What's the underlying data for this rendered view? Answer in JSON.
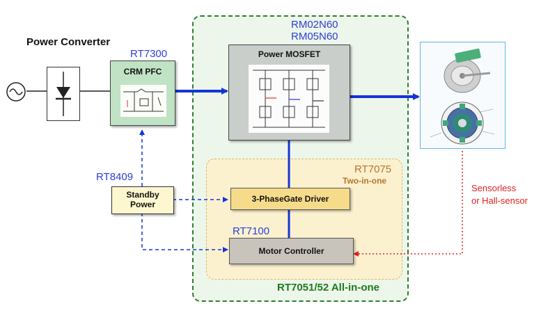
{
  "labels": {
    "power_converter": "Power Converter",
    "rt7300": "RT7300",
    "crm_pfc": "CRM PFC",
    "rm02n60": "RM02N60",
    "rm05n60": "RM05N60",
    "power_mosfet": "Power MOSFET",
    "rt8409": "RT8409",
    "standby_power_line1": "Standby",
    "standby_power_line2": "Power",
    "rt7075": "RT7075",
    "two_in_one": "Two-in-one",
    "gate_driver": "3-PhaseGate Driver",
    "rt7100": "RT7100",
    "motor_controller": "Motor Controller",
    "all_in_one": "RT7051/52 All-in-one",
    "sensor_line1": "Sensorless",
    "sensor_line2": "or Hall-sensor"
  },
  "colors": {
    "blue_label": "#2b3fd6",
    "orange_label": "#b8742a",
    "green_label": "#1e7a1e",
    "red_label": "#e22020",
    "arrow_blue": "#1434d8",
    "frame_green": "#2e7d32",
    "fill_green_frame": "#edf6ea",
    "fill_yellow_frame": "#fbf1cf",
    "pfc_box": "#bfe3c4",
    "mosfet_box": "#c9ceca",
    "driver_box": "#f6dc8a",
    "controller_box": "#c8c4bc",
    "standby_box": "#fdf7cf"
  },
  "icons": [
    "ac-source-icon",
    "rectifier-diode-icon",
    "pfc-schematic-icon",
    "mosfet-bridge-schematic-icon",
    "bldc-motor-icon"
  ]
}
